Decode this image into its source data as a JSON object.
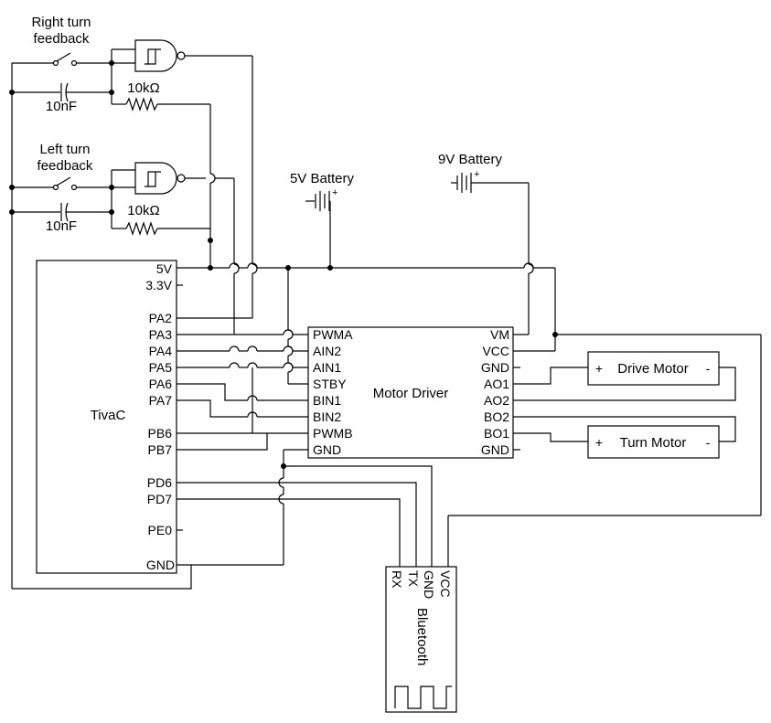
{
  "feedback": {
    "right_label_line1": "Right turn",
    "right_label_line2": "feedback",
    "left_label_line1": "Left turn",
    "left_label_line2": "feedback",
    "cap_right": "10nF",
    "cap_left": "10nF",
    "res_right": "10kΩ",
    "res_left": "10kΩ"
  },
  "batteries": {
    "five_v": "5V Battery",
    "nine_v": "9V Battery",
    "plus": "+"
  },
  "tivac": {
    "title": "TivaC",
    "pins": {
      "p5v": "5V",
      "p33v": "3.3V",
      "pa2": "PA2",
      "pa3": "PA3",
      "pa4": "PA4",
      "pa5": "PA5",
      "pa6": "PA6",
      "pa7": "PA7",
      "pb6": "PB6",
      "pb7": "PB7",
      "pd6": "PD6",
      "pd7": "PD7",
      "pe0": "PE0",
      "gnd": "GND"
    }
  },
  "motor_driver": {
    "title": "Motor Driver",
    "left_pins": {
      "pwma": "PWMA",
      "ain2": "AIN2",
      "ain1": "AIN1",
      "stby": "STBY",
      "bin1": "BIN1",
      "bin2": "BIN2",
      "pwmb": "PWMB",
      "gnd": "GND"
    },
    "right_pins": {
      "vm": "VM",
      "vcc": "VCC",
      "gnd1": "GND",
      "ao1": "AO1",
      "ao2": "AO2",
      "bo2": "BO2",
      "bo1": "BO1",
      "gnd2": "GND"
    }
  },
  "motors": {
    "drive": {
      "label": "Drive Motor",
      "plus": "+",
      "minus": "-"
    },
    "turn": {
      "label": "Turn Motor",
      "plus": "+",
      "minus": "-"
    }
  },
  "bluetooth": {
    "title": "Bluetooth",
    "pins": {
      "vcc": "VCC",
      "gnd": "GND",
      "tx": "TX",
      "rx": "RX"
    }
  }
}
